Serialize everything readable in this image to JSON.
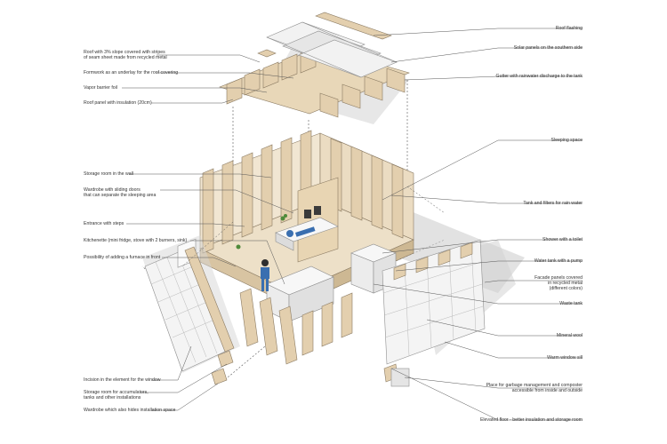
{
  "labels_left": [
    {
      "id": "roof-slope",
      "lines": [
        "Roof with 3% slope covered with stripes",
        "of seam sheet made from recycled metal"
      ]
    },
    {
      "id": "formwork",
      "lines": [
        "Formwork as an underlay for the roof covering"
      ]
    },
    {
      "id": "vapor-barrier",
      "lines": [
        "Vapor barrier foil"
      ]
    },
    {
      "id": "roof-panel",
      "lines": [
        "Roof panel with insulation (20cm)"
      ]
    },
    {
      "id": "storage-wall",
      "lines": [
        "Storage room in the wall"
      ]
    },
    {
      "id": "wardrobe-sliding",
      "lines": [
        "Wardrobe with sliding doors",
        "that can separate the sleeping area"
      ]
    },
    {
      "id": "entrance",
      "lines": [
        "Entrance with steps"
      ]
    },
    {
      "id": "kitchenette",
      "lines": [
        "Kitchenette (mini fridge, stove with 2 burners, sink)"
      ]
    },
    {
      "id": "furnace",
      "lines": [
        "Possibility of adding a furnace in front"
      ]
    },
    {
      "id": "incision",
      "lines": [
        "Incision in the element for the window"
      ]
    },
    {
      "id": "storage-accumulators",
      "lines": [
        "Storage room for accumulators,",
        "tanks and other installations"
      ]
    },
    {
      "id": "wardrobe-installation",
      "lines": [
        "Wardrobe which also hides installation space"
      ]
    }
  ],
  "labels_right": [
    {
      "id": "roof-flashing",
      "lines": [
        "Roof flashing"
      ]
    },
    {
      "id": "solar-panels",
      "lines": [
        "Solar panels on the southern side"
      ]
    },
    {
      "id": "gutter",
      "lines": [
        "Gutter with rainwater discharge to the tank"
      ]
    },
    {
      "id": "sleeping-space",
      "lines": [
        "Sleeping space"
      ]
    },
    {
      "id": "tank-filters",
      "lines": [
        "Tank and filters for rain water"
      ]
    },
    {
      "id": "shower",
      "lines": [
        "Shower with a toilet"
      ]
    },
    {
      "id": "water-tank",
      "lines": [
        "Water tank with a pump"
      ]
    },
    {
      "id": "facade-panels",
      "lines": [
        "Facade panels covered",
        "in recycled metal",
        "(different colors)"
      ]
    },
    {
      "id": "waste-tank",
      "lines": [
        "Waste tank"
      ]
    },
    {
      "id": "mineral-wool",
      "lines": [
        "Mineral wool"
      ]
    },
    {
      "id": "window-sill",
      "lines": [
        "Warm window sill"
      ]
    },
    {
      "id": "garbage",
      "lines": [
        "Place for garbage management and composter",
        "accessible from inside and outside"
      ]
    },
    {
      "id": "elevated-floor",
      "lines": [
        "Elevated floor - better insulation and storage room"
      ]
    }
  ],
  "colors": {
    "plywood": "#e3cfae",
    "plywood_edge": "#8a7a62",
    "white_panel": "#f4f4f4",
    "shadow": "#c9c9c9",
    "leader": "#555555",
    "accent_blue": "#3a6fb0",
    "plant_green": "#4f8a3a"
  }
}
